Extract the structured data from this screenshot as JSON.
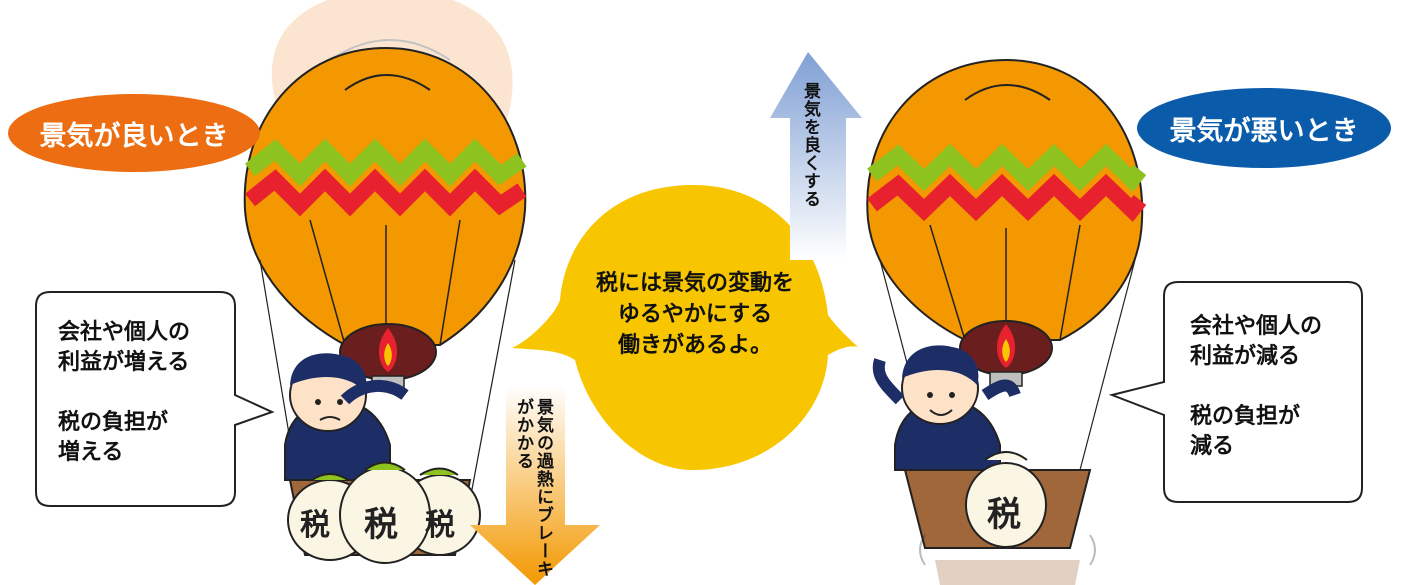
{
  "left": {
    "label": "景気が良いとき",
    "label_color": "#ec6d12",
    "bubble_text": "会社や個人の\n利益が増える\n\n税の負担が\n増える",
    "bag_labels": [
      "税",
      "税",
      "税"
    ]
  },
  "right": {
    "label": "景気が悪いとき",
    "label_color": "#0a5cab",
    "bubble_text": "会社や個人の\n利益が減る\n\n税の負担が\n減る",
    "bag_label": "税"
  },
  "center": {
    "text": "税には景気の変動を\nゆるやかにする\n働きがあるよ。",
    "color": "#f7c600"
  },
  "arrows": {
    "up": {
      "text": "景気を良くする",
      "color": "#7f9fd4"
    },
    "down": {
      "text": "景気の過熱にブレーキがかかる",
      "color": "#f39800"
    }
  },
  "balloon_colors": {
    "body": "#f39800",
    "zigzag_green": "#8dc21f",
    "zigzag_red": "#e8212e"
  }
}
